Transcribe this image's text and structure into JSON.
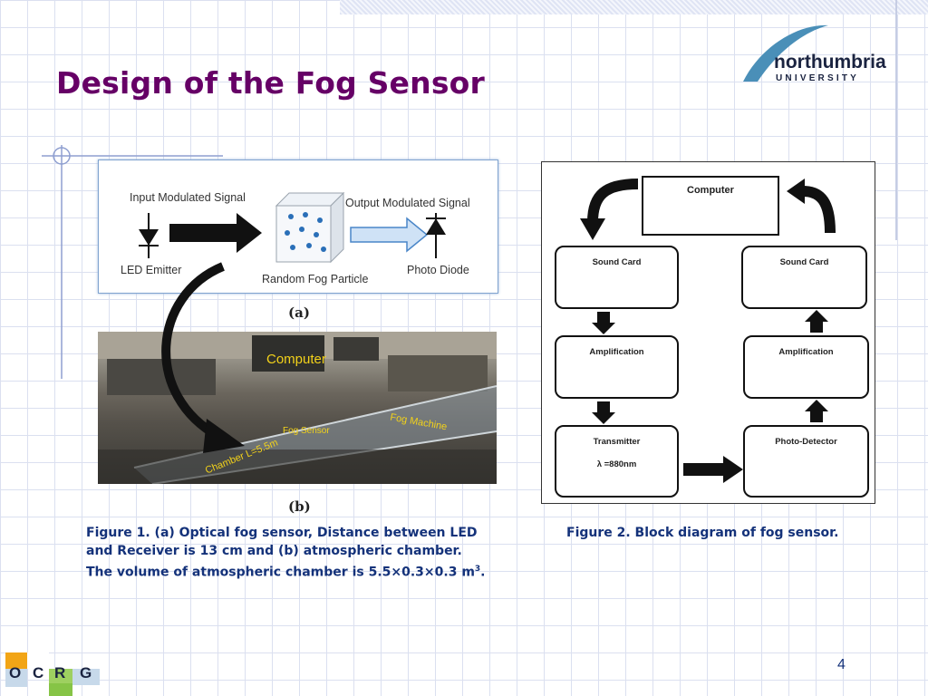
{
  "slide": {
    "title": "Design of the Fog Sensor",
    "page_number": "4"
  },
  "logo": {
    "line1": "northumbria",
    "line2": "UNIVERSITY"
  },
  "footer_logo": {
    "letters": [
      "O",
      "C",
      "R",
      "G"
    ]
  },
  "figure1": {
    "top": {
      "input_signal": "Input Modulated Signal",
      "output_signal": "Output Modulated Signal",
      "led_emitter": "LED Emitter",
      "fog_particle": "Random Fog Particle",
      "photo_diode": "Photo Diode"
    },
    "label_a": "(a)",
    "photo": {
      "computer": "Computer",
      "fog_sensor": "Fog Sensor",
      "fog_machine": "Fog Machine",
      "chamber": "Chamber L=5.5m"
    },
    "label_b": "(b)",
    "caption_line1": "Figure 1. (a) Optical fog sensor, Distance between LED",
    "caption_line2": "and Receiver is 13 cm and (b) atmospheric chamber.",
    "caption_line3": "The volume of atmospheric chamber is 5.5×0.3×0.3 m",
    "caption_sup": "3",
    "caption_end": "."
  },
  "figure2": {
    "computer": "Computer",
    "left": {
      "sound_card": "Sound Card",
      "amplification": "Amplification",
      "transmitter": "Transmitter",
      "wavelength": "λ  =880nm"
    },
    "right": {
      "sound_card": "Sound Card",
      "amplification": "Amplification",
      "photo_detector": "Photo-Detector"
    },
    "caption": "Figure 2. Block diagram of fog sensor."
  }
}
